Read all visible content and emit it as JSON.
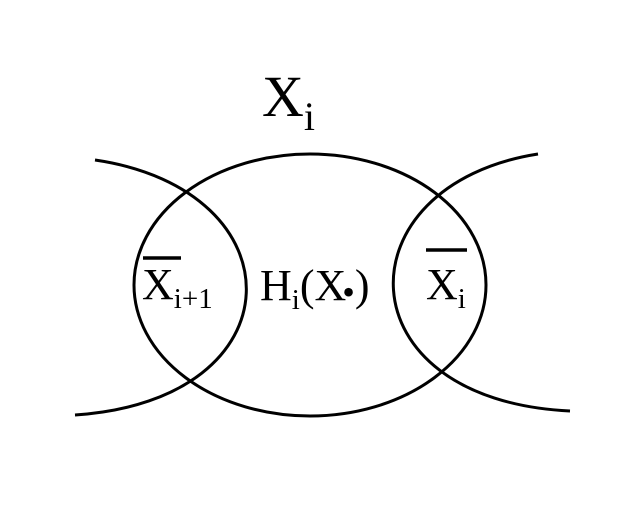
{
  "diagram": {
    "title": {
      "base": "X",
      "sub": "i"
    },
    "left_region": {
      "base": "X",
      "sub": "i+1"
    },
    "center_region": {
      "base": "H",
      "sub": "i",
      "open": "(X",
      "dot": "•",
      "close": ")"
    },
    "right_region": {
      "base": "X",
      "sub": "i"
    }
  }
}
